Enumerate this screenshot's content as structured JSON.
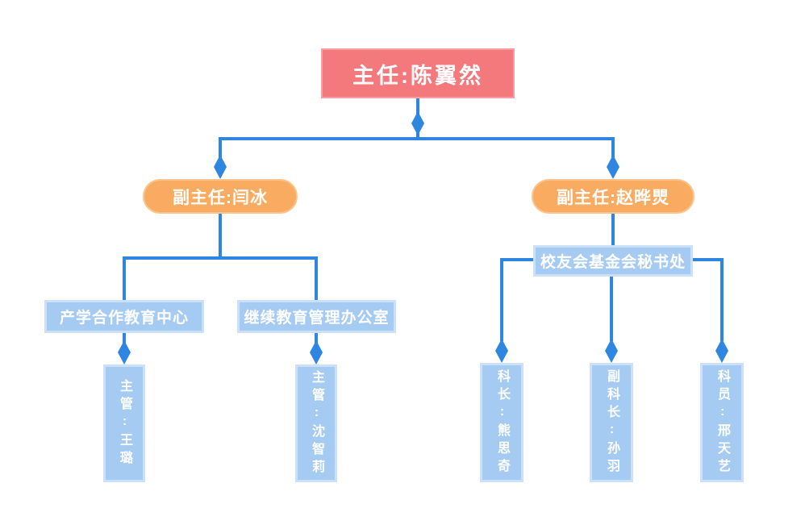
{
  "diagram": {
    "type": "org-chart",
    "edges": [
      [
        "director",
        "deputy_left"
      ],
      [
        "director",
        "deputy_right"
      ],
      [
        "deputy_left",
        "dept_industry"
      ],
      [
        "deputy_left",
        "dept_continuing"
      ],
      [
        "dept_industry",
        "staff_wang_lu"
      ],
      [
        "dept_continuing",
        "staff_shen_zhili"
      ],
      [
        "deputy_right",
        "secretariat"
      ],
      [
        "secretariat",
        "staff_xiong_siqi"
      ],
      [
        "secretariat",
        "staff_sun_yu"
      ],
      [
        "secretariat",
        "staff_xing_tianyi"
      ]
    ]
  },
  "nodes": {
    "director": {
      "label": "主任:陈翼然",
      "role": "主任",
      "name": "陈翼然"
    },
    "deputy_left": {
      "label": "副主任:闫冰",
      "role": "副主任",
      "name": "闫冰"
    },
    "deputy_right": {
      "label": "副主任:赵晔煛",
      "role": "副主任",
      "name": "赵晔煛"
    },
    "dept_industry": {
      "label": "产学合作教育中心"
    },
    "dept_continuing": {
      "label": "继续教育管理办公室"
    },
    "secretariat": {
      "label": "校友会基金会秘书处"
    },
    "staff_wang_lu": {
      "label": "主管:王璐",
      "role": "主管",
      "name": "王璐"
    },
    "staff_shen_zhili": {
      "label": "主管:沈智莉",
      "role": "主管",
      "name": "沈智莉"
    },
    "staff_xiong_siqi": {
      "label": "科长:熊思奇",
      "role": "科长",
      "name": "熊思奇"
    },
    "staff_sun_yu": {
      "label": "副科长:孙羽",
      "role": "副科长",
      "name": "孙羽"
    },
    "staff_xing_tianyi": {
      "label": "科员:邢天艺",
      "role": "科员",
      "name": "邢天艺"
    }
  },
  "colors": {
    "director_fill": "#F4797D",
    "director_border": "#F7A0A4",
    "deputy_fill": "#F9AC61",
    "deputy_border": "#FBC48E",
    "dept_fill": "#A6CBF3",
    "dept_border": "#CBE0FA",
    "connector": "#2E86E0",
    "text": "#FFFFFF",
    "background": "#FFFFFF"
  }
}
